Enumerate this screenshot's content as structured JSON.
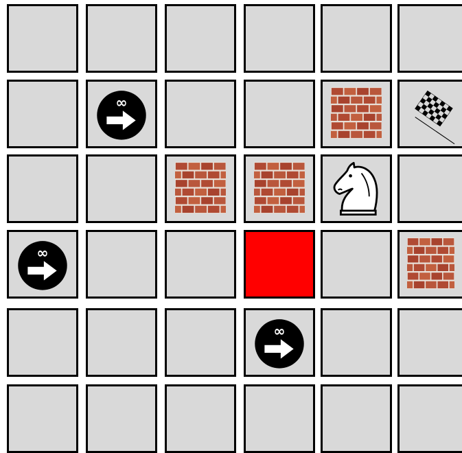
{
  "board": {
    "rows": 6,
    "cols": 6,
    "colors": {
      "cell": "#d9d9d9",
      "border": "#000000",
      "highlight": "#ff0000",
      "brick": "#b5533a",
      "mortar": "#e8e0d8"
    },
    "pieces": [
      {
        "row": 1,
        "col": 1,
        "type": "infinite-arrow",
        "icon": "infinite-arrow-icon",
        "symbol": "∞",
        "direction": "right"
      },
      {
        "row": 1,
        "col": 4,
        "type": "wall",
        "icon": "brick-wall-icon"
      },
      {
        "row": 1,
        "col": 5,
        "type": "goal",
        "icon": "checkered-flag-icon"
      },
      {
        "row": 2,
        "col": 2,
        "type": "wall",
        "icon": "brick-wall-icon"
      },
      {
        "row": 2,
        "col": 3,
        "type": "wall",
        "icon": "brick-wall-icon"
      },
      {
        "row": 2,
        "col": 4,
        "type": "knight",
        "icon": "knight-icon"
      },
      {
        "row": 3,
        "col": 0,
        "type": "infinite-arrow",
        "icon": "infinite-arrow-icon",
        "symbol": "∞",
        "direction": "right"
      },
      {
        "row": 3,
        "col": 3,
        "type": "highlight",
        "icon": "red-square"
      },
      {
        "row": 3,
        "col": 5,
        "type": "wall",
        "icon": "brick-wall-icon"
      },
      {
        "row": 4,
        "col": 3,
        "type": "infinite-arrow",
        "icon": "infinite-arrow-icon",
        "symbol": "∞",
        "direction": "right"
      }
    ]
  }
}
